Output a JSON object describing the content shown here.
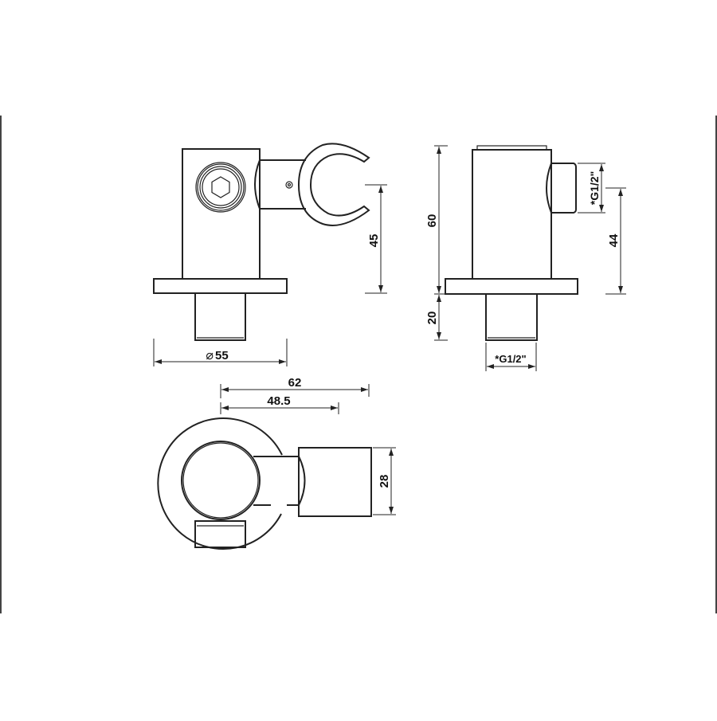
{
  "drawing": {
    "type": "technical-drawing",
    "subject": "wall outlet elbow with shower handset holder",
    "views": {
      "front": {
        "dimensions": {
          "diameter": {
            "symbol": "⌀",
            "value": "55"
          },
          "height_to_holder": "45"
        }
      },
      "side": {
        "dimensions": {
          "total_height": "60",
          "thread_length": "20",
          "outlet_thread": "*G1/2\"",
          "outlet_height": "44",
          "inlet_thread": "*G1/2\""
        }
      },
      "top": {
        "dimensions": {
          "overall_length": "62",
          "center_to_holder": "48.5",
          "holder_width": "28"
        }
      }
    }
  },
  "colors": {
    "line": "#222222",
    "background": "#ffffff",
    "border": "#444444"
  }
}
